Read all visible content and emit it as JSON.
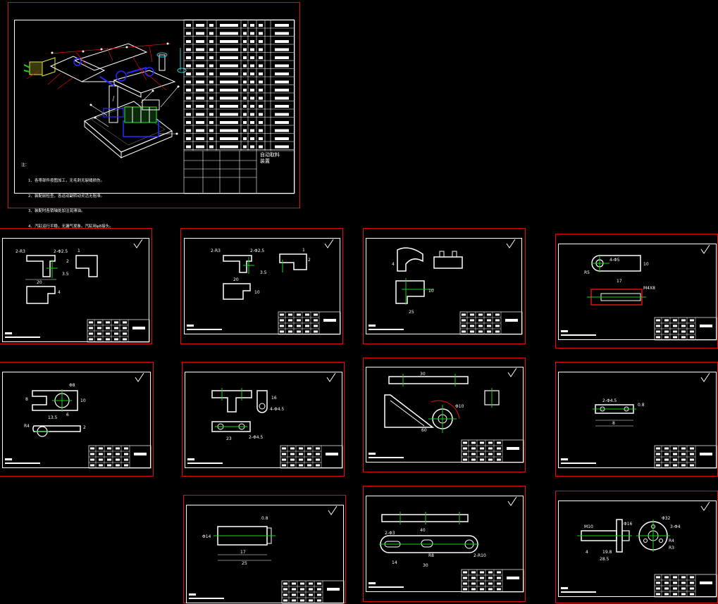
{
  "assembly": {
    "notes_title": "注：",
    "notes": [
      "1、各零部件按图加工，无毛刺无裂缝损伤。",
      "2、装配前检查，各运动副转动灵活无阻滞。",
      "3、装配时各销轴处加注润滑油。",
      "4、汽缸运行平稳，无漏气现象。汽缸用φ8接头。"
    ],
    "title_block": [
      "自动取料",
      "装置"
    ]
  },
  "parts": [
    {
      "dims": [
        "2-R3",
        "2-Φ2.5",
        "1",
        "3.5",
        "20",
        "2",
        "4"
      ]
    },
    {
      "dims": [
        "2-R3",
        "2-Φ2.5",
        "1",
        "3.5",
        "20",
        "2",
        "10"
      ]
    },
    {
      "dims": [
        "4",
        "25",
        "10"
      ]
    },
    {
      "dims": [
        "R5",
        "4-Φ5",
        "17",
        "10",
        "M4X8"
      ]
    },
    {
      "dims": [
        "Φ8",
        "13.5",
        "10",
        "8",
        "R4",
        "2",
        "6"
      ]
    },
    {
      "dims": [
        "23",
        "2-Φ4.5",
        "16",
        "4-Φ4.5"
      ]
    },
    {
      "dims": [
        "60",
        "30",
        "Φ10"
      ]
    },
    {
      "dims": [
        "2-Φ4.5",
        "0.8",
        "8"
      ]
    },
    {
      "dims": [
        "Φ14",
        "17",
        "25",
        "0.8"
      ]
    },
    {
      "dims": [
        "40",
        "2-Φ3",
        "R8",
        "2-R10",
        "30",
        "14"
      ]
    },
    {
      "dims": [
        "Φ32",
        "Φ16",
        "3-Φ4",
        "R4",
        "R3",
        "M10",
        "4",
        "19.8",
        "28.5"
      ]
    }
  ]
}
